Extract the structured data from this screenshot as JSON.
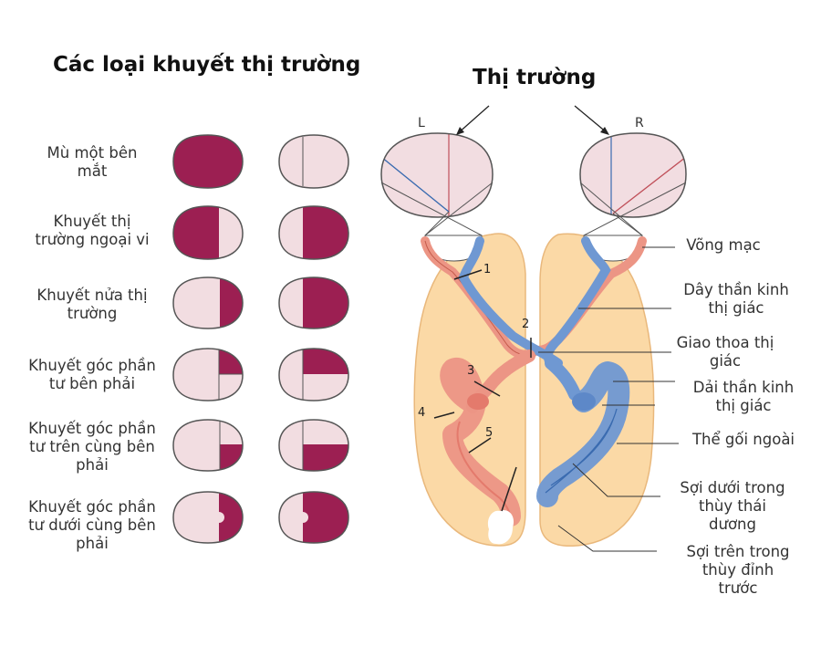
{
  "titles": {
    "defects": "Các loại khuyết thị trường",
    "visual_field": "Thị trường"
  },
  "eyes": {
    "left": "L",
    "right": "R"
  },
  "defect_rows": [
    {
      "label": "Mù một bên\nmắt"
    },
    {
      "label": "Khuyết thị\ntrường ngoại vi"
    },
    {
      "label": "Khuyết nửa thị\ntrường"
    },
    {
      "label": "Khuyết góc phần\ntư bên phải"
    },
    {
      "label": "Khuyết góc phần\ntư trên cùng bên\nphải"
    },
    {
      "label": "Khuyết góc phần\ntư dưới cùng bên\nphải"
    }
  ],
  "pathway_labels": [
    {
      "text": "Võng mạc"
    },
    {
      "text": "Dây thần kinh\nthị giác"
    },
    {
      "text": "Giao thoa thị\ngiác"
    },
    {
      "text": "Dải thần kinh\nthị giác"
    },
    {
      "text": "Thể gối ngoài"
    },
    {
      "text": "Sợi dưới trong\nthùy thái\ndương"
    },
    {
      "text": "Sợi trên trong\nthùy đỉnh\ntrước"
    }
  ],
  "lesion_numbers": [
    "1",
    "2",
    "3",
    "4",
    "5"
  ],
  "colors": {
    "defect": "#9c1f52",
    "field": "#f2dde1",
    "outline": "#555555",
    "brain": "#fbd9a6",
    "brain_edge": "#e9b87c",
    "nasal_fiber": "#6f98d2",
    "temporal_fiber": "#ec9585"
  }
}
